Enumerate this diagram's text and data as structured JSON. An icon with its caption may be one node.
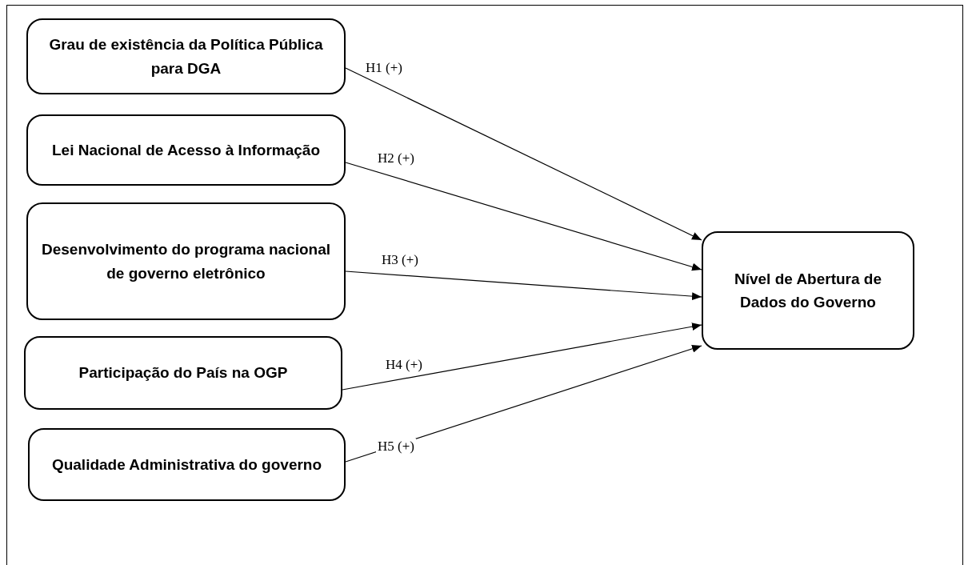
{
  "diagram": {
    "nodes": [
      {
        "text": [
          "Grau de existência da Política Pública para DGA"
        ]
      },
      {
        "text": [
          "Lei Nacional de Acesso à Informação"
        ]
      },
      {
        "text": [
          "Desenvolvimento do programa nacional de governo eletrônico"
        ]
      },
      {
        "text": [
          "Participação do País na OGP"
        ]
      },
      {
        "text": [
          "Qualidade Administrativa do governo"
        ]
      },
      {
        "text": [
          "Nível de Abertura de Dados do Governo"
        ]
      }
    ],
    "edges": [
      {
        "from": 0,
        "to": 5,
        "arrow": "to",
        "label": "H1 (+)"
      },
      {
        "from": 1,
        "to": 5,
        "arrow": "to",
        "label": "H2 (+)"
      },
      {
        "from": 2,
        "to": 5,
        "arrow": "to",
        "label": "H3 (+)"
      },
      {
        "from": 3,
        "to": 5,
        "arrow": "to",
        "label": "H4 (+)"
      },
      {
        "from": 4,
        "to": 5,
        "arrow": "to",
        "label": "H5 (+)"
      }
    ]
  }
}
